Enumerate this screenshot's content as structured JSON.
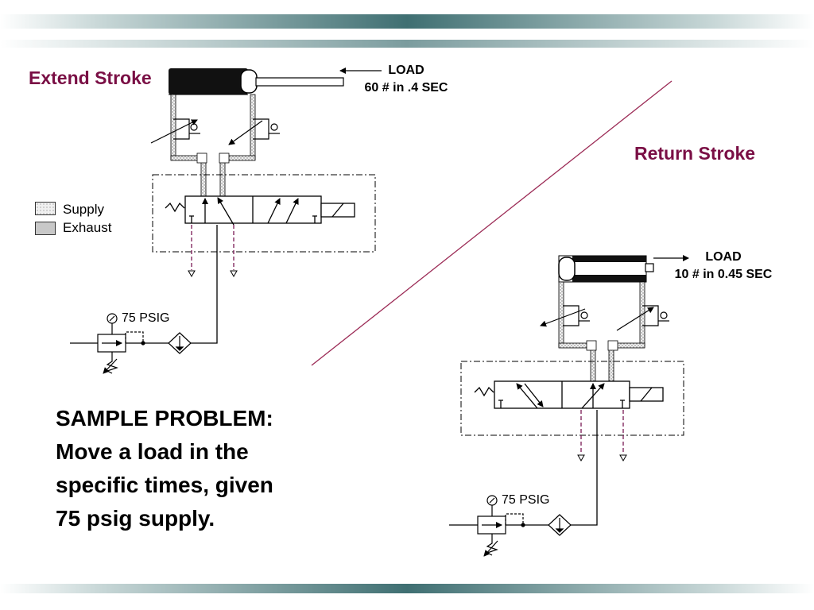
{
  "extend_stroke": {
    "title": "Extend Stroke",
    "load_label": "LOAD",
    "load_spec": "60 # in .4 SEC",
    "pressure": "75 PSIG"
  },
  "return_stroke": {
    "title": "Return Stroke",
    "load_label": "LOAD",
    "load_spec": "10 # in 0.45 SEC",
    "pressure": "75 PSIG"
  },
  "legend": {
    "supply": "Supply",
    "exhaust": "Exhaust",
    "supply_color": "#e6e6e6",
    "exhaust_color": "#c8c8c8"
  },
  "problem": {
    "lines": [
      "SAMPLE PROBLEM:",
      "Move a load in the",
      "specific times, given",
      "75 psig supply."
    ]
  },
  "colors": {
    "title": "#7a0f45",
    "divider": "#9b2a55",
    "exhaust_line": "#7a1a55",
    "band": "#3f6f72"
  }
}
